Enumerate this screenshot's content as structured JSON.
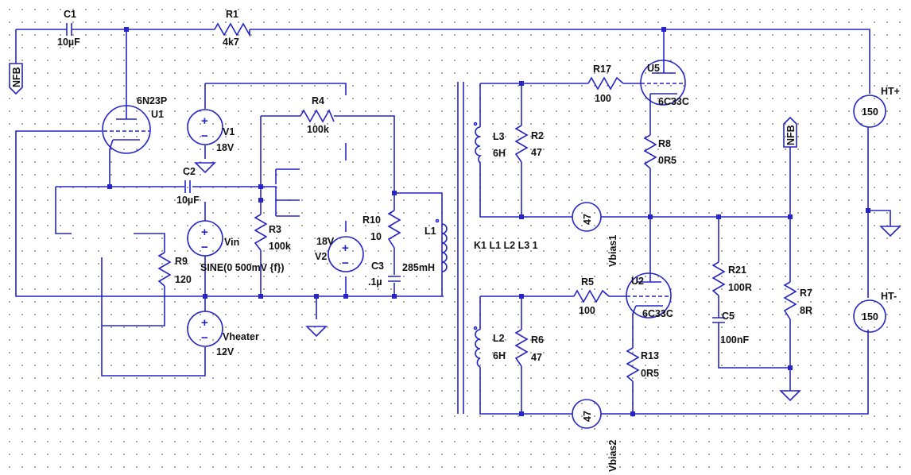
{
  "schematic": {
    "components": {
      "C1": {
        "ref": "C1",
        "value": "10µF"
      },
      "R1": {
        "ref": "R1",
        "value": "4k7"
      },
      "NFB_in": {
        "label": "NFB"
      },
      "U1": {
        "ref": "U1",
        "model": "6N23P"
      },
      "V1": {
        "ref": "V1",
        "value": "18V"
      },
      "R4": {
        "ref": "R4",
        "value": "100k"
      },
      "C2": {
        "ref": "C2",
        "value": "10µF"
      },
      "R3": {
        "ref": "R3",
        "value": "100k"
      },
      "Vin": {
        "ref": "Vin",
        "value": "SINE(0 500mV {f})"
      },
      "R9": {
        "ref": "R9",
        "value": "120"
      },
      "Vheater": {
        "ref": "Vheater",
        "value": "12V"
      },
      "V2": {
        "ref": "V2",
        "value": "18V"
      },
      "R10": {
        "ref": "R10",
        "value": "10"
      },
      "C3": {
        "ref": "C3",
        "value": ".1µ"
      },
      "L1": {
        "ref": "L1",
        "value": "285mH"
      },
      "K1": {
        "directive": "K1 L1 L2 L3 1"
      },
      "L3": {
        "ref": "L3",
        "value": "6H"
      },
      "R2": {
        "ref": "R2",
        "value": "47"
      },
      "R17": {
        "ref": "R17",
        "value": "100"
      },
      "U5": {
        "ref": "U5",
        "model": "6C33C"
      },
      "R8": {
        "ref": "R8",
        "value": "0R5"
      },
      "Vbias1": {
        "ref": "Vbias1",
        "value": "47"
      },
      "NFB_out": {
        "label": "NFB"
      },
      "HTp": {
        "ref": "HT+",
        "value": "150"
      },
      "HTm": {
        "ref": "HT-",
        "value": "150"
      },
      "L2": {
        "ref": "L2",
        "value": "6H"
      },
      "R6": {
        "ref": "R6",
        "value": "47"
      },
      "R5": {
        "ref": "R5",
        "value": "100"
      },
      "U2": {
        "ref": "U2",
        "model": "6C33C"
      },
      "R13": {
        "ref": "R13",
        "value": "0R5"
      },
      "Vbias2": {
        "ref": "Vbias2",
        "value": "47"
      },
      "R21": {
        "ref": "R21",
        "value": "100R"
      },
      "C5": {
        "ref": "C5",
        "value": "100nF"
      },
      "R7": {
        "ref": "R7",
        "value": "8R"
      }
    },
    "source_polarity": {
      "plus": "+",
      "minus": "−"
    }
  }
}
